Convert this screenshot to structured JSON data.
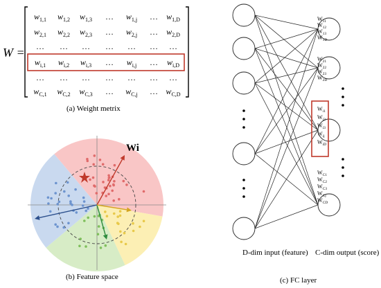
{
  "captions": {
    "a": "(a) Weight metrix",
    "b": "(b) Feature space",
    "c": "(c) FC layer"
  },
  "matrix": {
    "lhs": "W =",
    "rows": [
      [
        "w1,1",
        "w1,2",
        "w1,3",
        "…",
        "w1,j",
        "…",
        "w1,D"
      ],
      [
        "w2,1",
        "w2,2",
        "w2,3",
        "…",
        "w2,j",
        "…",
        "w2,D"
      ],
      [
        "…",
        "…",
        "…",
        "…",
        "…",
        "…",
        "…"
      ],
      [
        "wi,1",
        "wi,2",
        "wi,3",
        "…",
        "wi,j",
        "…",
        "wi,D"
      ],
      [
        "…",
        "…",
        "…",
        "…",
        "…",
        "…",
        "…"
      ],
      [
        "wC,1",
        "wC,2",
        "wC,3",
        "…",
        "wC,j",
        "…",
        "wC,D"
      ]
    ],
    "highlight_row": 3,
    "highlight_color": "#c0392b"
  },
  "feature_space": {
    "vector_label": "Wi",
    "sectors": [
      {
        "name": "red",
        "color": "#f9c6c6"
      },
      {
        "name": "yellow",
        "color": "#fcefb4"
      },
      {
        "name": "green",
        "color": "#d7ecc6"
      },
      {
        "name": "blue",
        "color": "#c9d9ef"
      }
    ],
    "arrow_colors": {
      "red": "#c0392b",
      "blue": "#2c4f8c",
      "green": "#2e8b3e",
      "yellow": "#d4a520"
    }
  },
  "fc_layer": {
    "input_label": "D-dim input (feature)",
    "output_label": "C-dim output (score)",
    "weight_labels": {
      "group1": [
        "W11",
        "W12",
        "W13",
        "W1D"
      ],
      "group2": [
        "W21",
        "W22",
        "W23",
        "W2D"
      ],
      "group_i": [
        "Wi1",
        "Wi2",
        "Wi3",
        "Wij",
        "WiD"
      ],
      "group_c": [
        "WC1",
        "WC2",
        "WC3",
        "WCj",
        "WCD"
      ]
    },
    "highlight_color": "#c0392b"
  }
}
